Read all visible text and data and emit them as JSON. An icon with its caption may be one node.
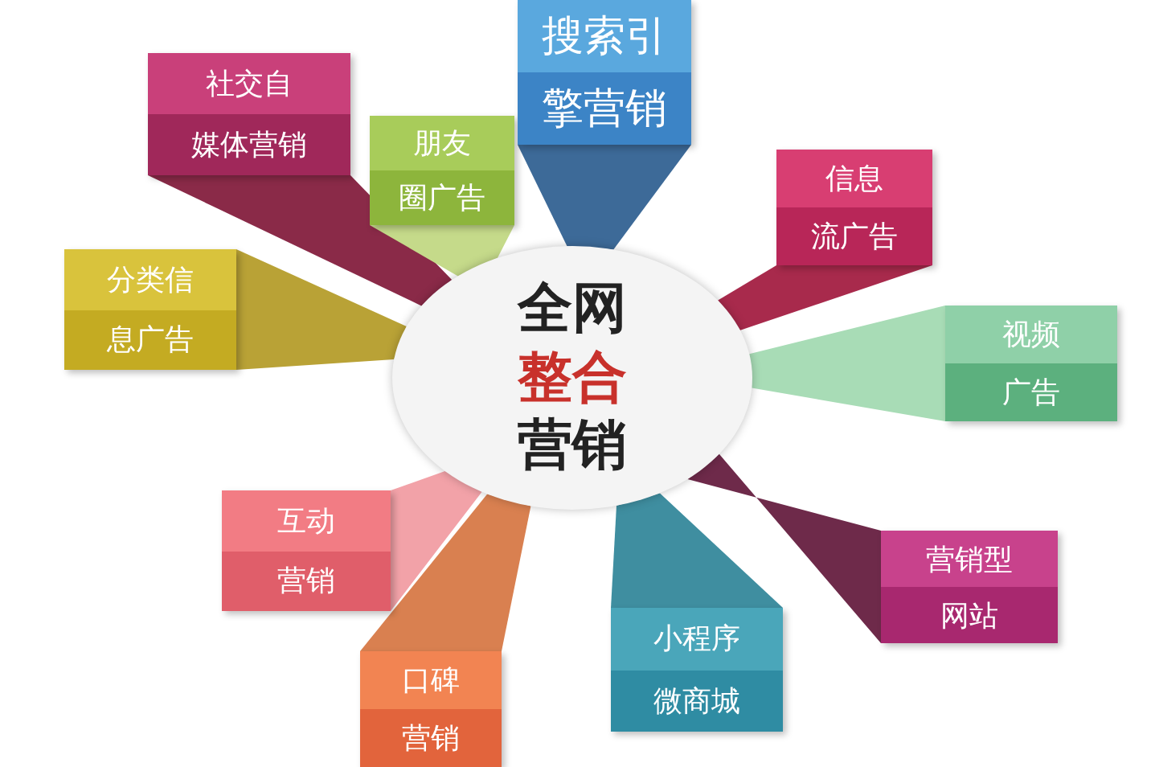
{
  "diagram": {
    "nodes": [
      {
        "text": [
          "全网",
          "整合",
          "营销"
        ]
      },
      {
        "text": [
          "社交自",
          "媒体营销"
        ]
      },
      {
        "text": [
          "朋友",
          "圈广告"
        ]
      },
      {
        "text": [
          "搜索引",
          "擎营销"
        ]
      },
      {
        "text": [
          "信息",
          "流广告"
        ]
      },
      {
        "text": [
          "视频",
          "广告"
        ]
      },
      {
        "text": [
          "营销型",
          "网站"
        ]
      },
      {
        "text": [
          "小程序",
          "微商城"
        ]
      },
      {
        "text": [
          "口碑",
          "营销"
        ]
      },
      {
        "text": [
          "互动",
          "营销"
        ]
      },
      {
        "text": [
          "分类信",
          "息广告"
        ]
      }
    ],
    "edges": [
      {
        "from": 1,
        "to": 0,
        "arrow": "none",
        "style": "thick",
        "color": "#8a2a48"
      },
      {
        "from": 2,
        "to": 0,
        "arrow": "none",
        "style": "thick",
        "color": "#c5da8a"
      },
      {
        "from": 3,
        "to": 0,
        "arrow": "none",
        "style": "thick",
        "color": "#3d6a98"
      },
      {
        "from": 4,
        "to": 0,
        "arrow": "none",
        "style": "thick",
        "color": "#a82a4c"
      },
      {
        "from": 5,
        "to": 0,
        "arrow": "none",
        "style": "thick",
        "color": "#a8dcb6"
      },
      {
        "from": 6,
        "to": 0,
        "arrow": "none",
        "style": "thick",
        "color": "#6e2a4a"
      },
      {
        "from": 7,
        "to": 0,
        "arrow": "none",
        "style": "thick",
        "color": "#3f8ea0"
      },
      {
        "from": 8,
        "to": 0,
        "arrow": "none",
        "style": "thick",
        "color": "#d98050"
      },
      {
        "from": 9,
        "to": 0,
        "arrow": "none",
        "style": "thick",
        "color": "#f2a2a8"
      },
      {
        "from": 10,
        "to": 0,
        "arrow": "none",
        "style": "thick",
        "color": "#b9a236"
      }
    ]
  }
}
